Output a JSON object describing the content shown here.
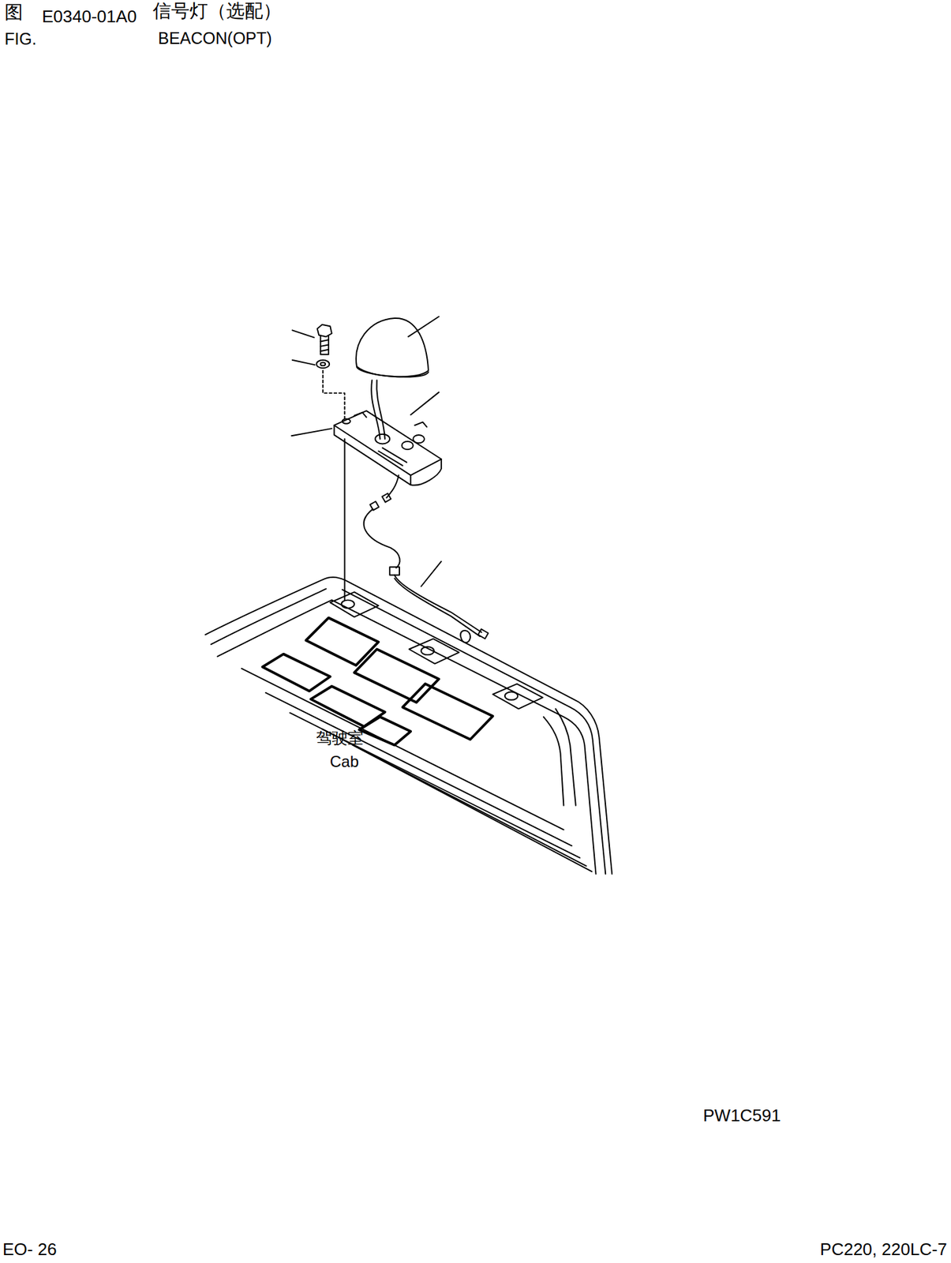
{
  "diagram": {
    "labels": [
      "图",
      "E0340-01A0",
      "信号灯（选配）",
      "FIG.",
      "BEACON(OPT)",
      "驾驶室",
      "Cab",
      "PW1C591",
      "EO- 26",
      "PC220, 220LC-7"
    ]
  }
}
